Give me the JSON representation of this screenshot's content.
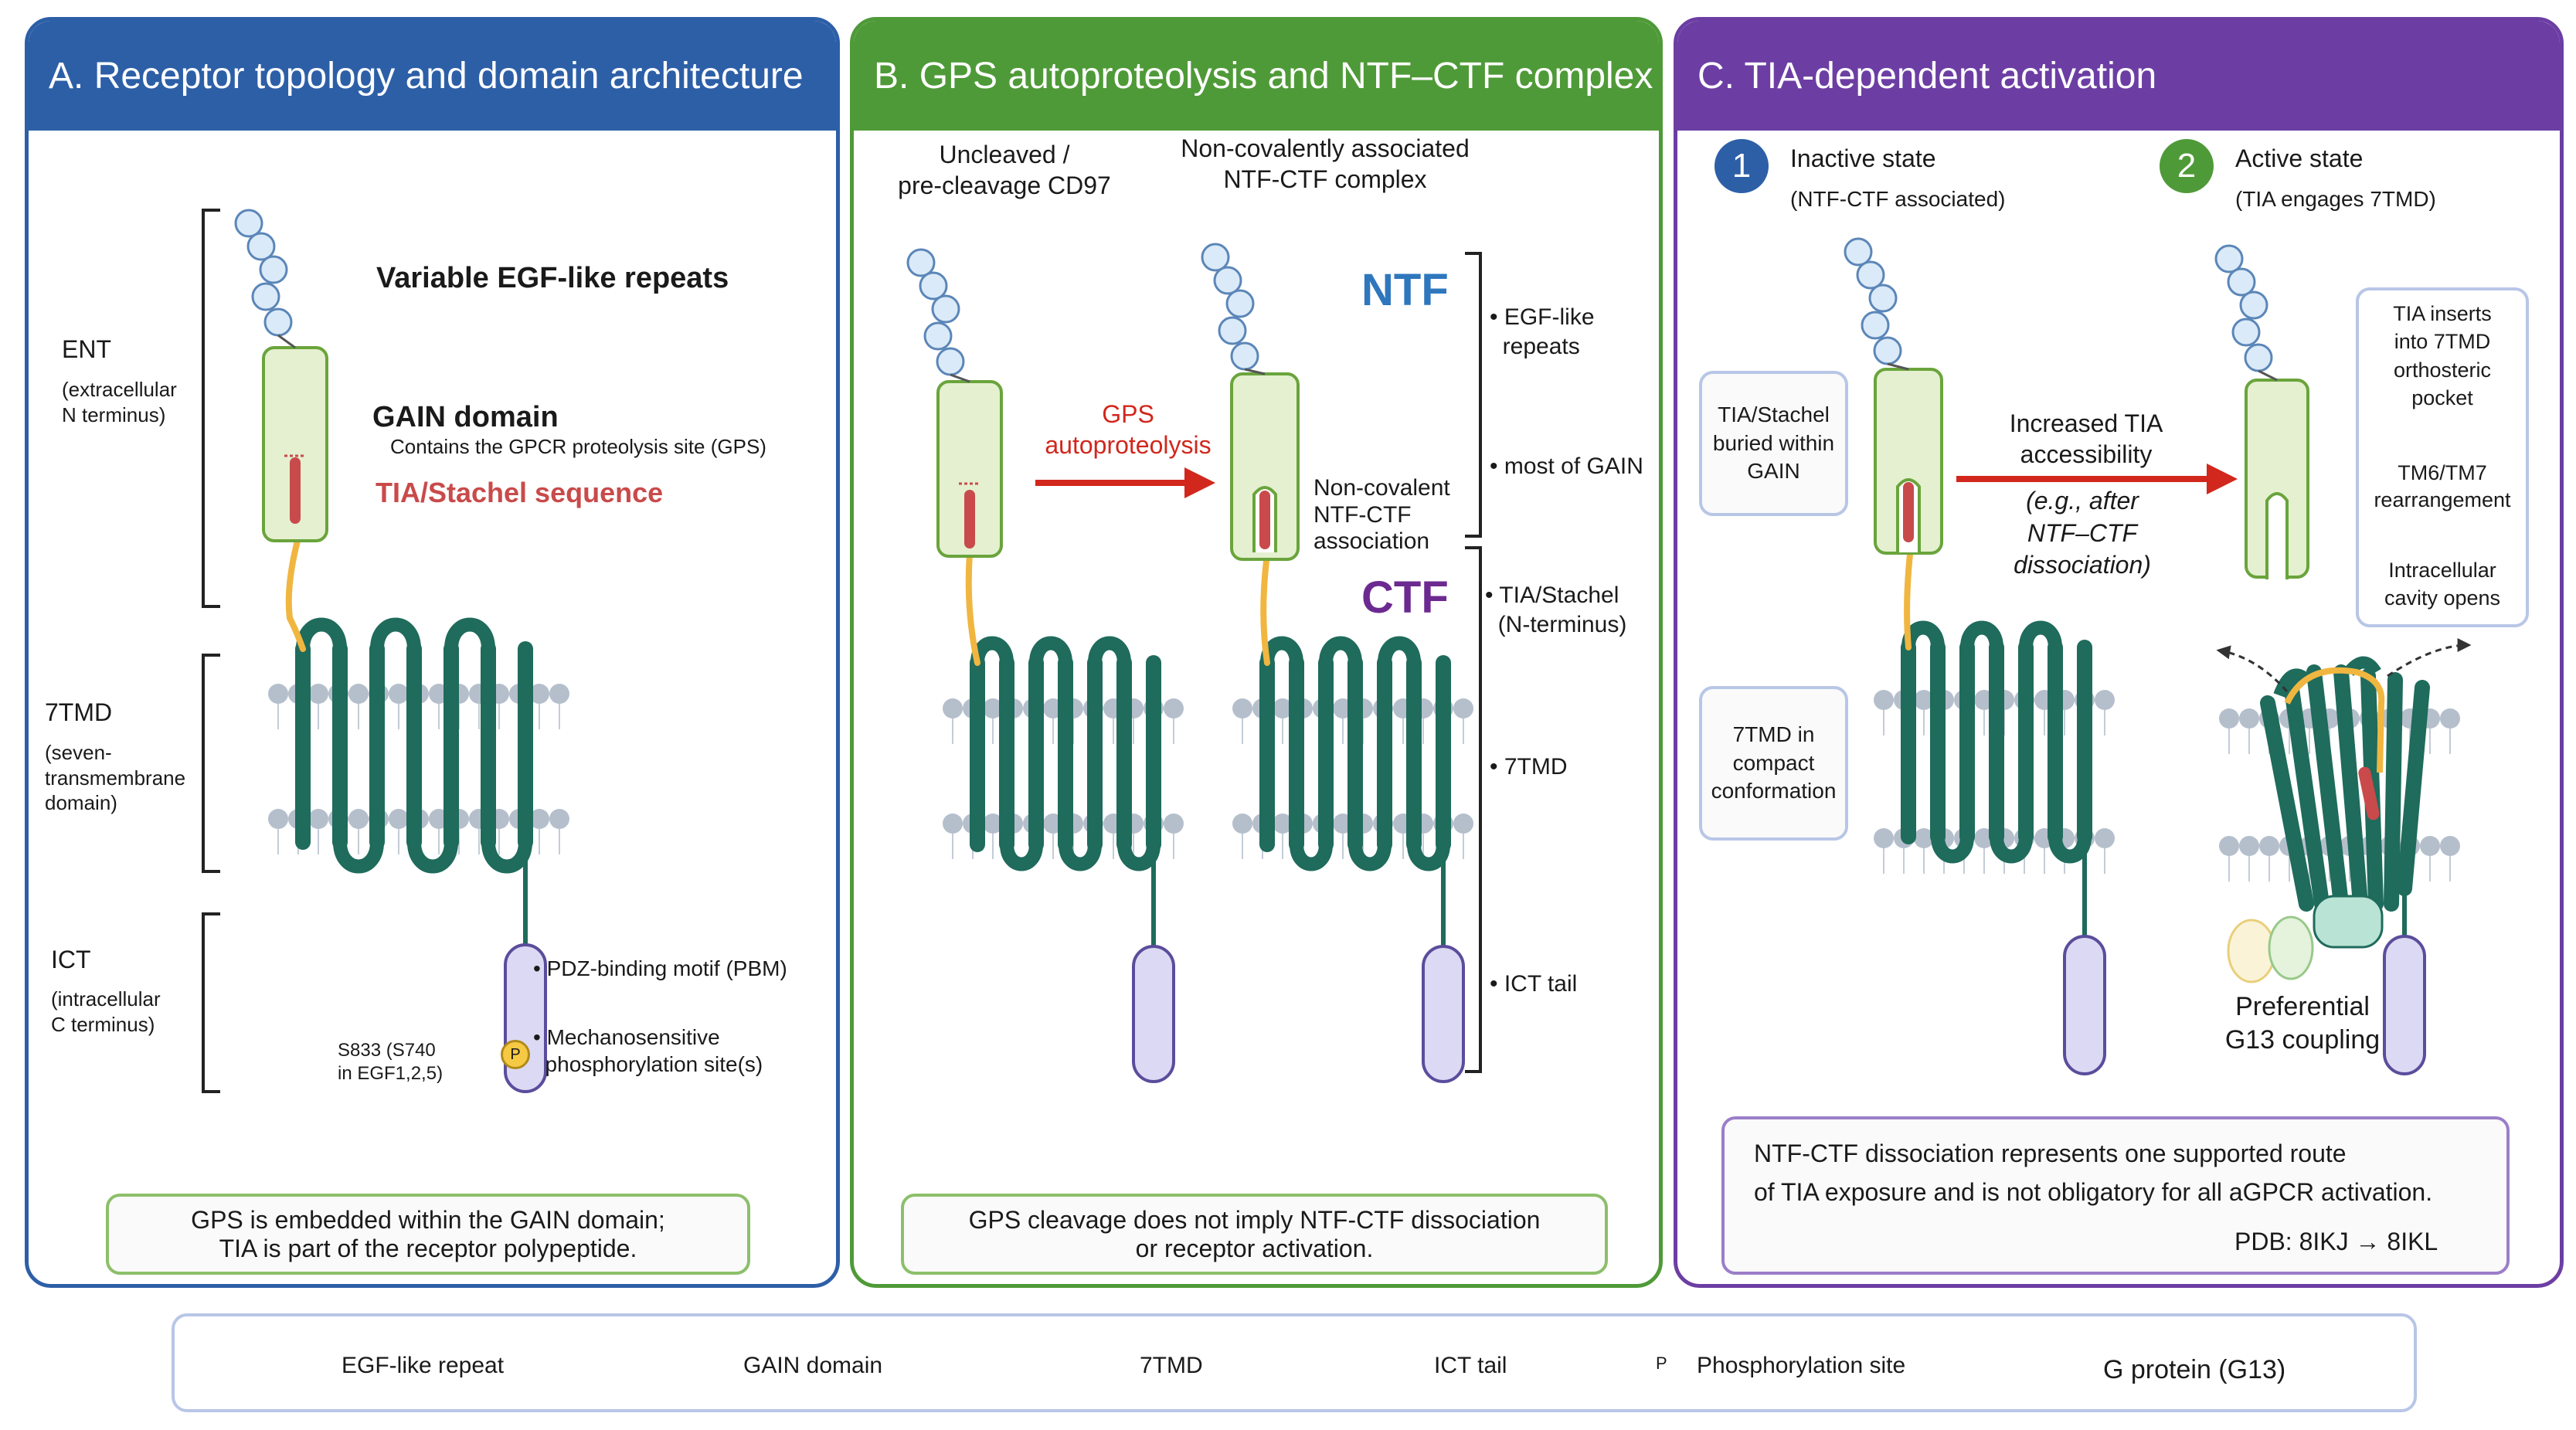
{
  "panels": {
    "a": {
      "title": "A. Receptor topology and domain architecture",
      "ent_label": "ENT",
      "ent_sub": "(extracellular\nN terminus)",
      "tmd_label": "7TMD",
      "tmd_sub": "(seven-\ntransmembrane\ndomain)",
      "ict_label": "ICT",
      "ict_sub": "(intracellular\nC terminus)",
      "egf_label": "Variable EGF-like repeats",
      "gain_label": "GAIN domain",
      "gain_sub": "Contains the GPCR proteolysis site (GPS)",
      "tia_label": "TIA/Stachel sequence",
      "pbm": "• PDZ-binding motif (PBM)",
      "mechano": "• Mechanosensitive\n  phosphorylation site(s)",
      "s833": "S833 (S740\nin EGF1,2,5)",
      "phos_glyph": "P",
      "note": "GPS is embedded within the GAIN domain;\nTIA is part of the receptor polypeptide."
    },
    "b": {
      "title": "B. GPS autoproteolysis and NTF–CTF complex",
      "uncleaved": "Uncleaved /\npre-cleavage CD97",
      "noncov_title": "Non-covalently associated\nNTF-CTF complex",
      "gps_arrow": "GPS\nautoproteolysis",
      "ntf": "NTF",
      "ctf": "CTF",
      "noncov_assoc": "Non-covalent\nNTF-CTF\nassociation",
      "b_egf": "• EGF-like\n  repeats",
      "b_gain": "• most of GAIN",
      "b_tia": "• TIA/Stachel\n  (N-terminus)",
      "b_7tmd": "• 7TMD",
      "b_ict": "• ICT tail",
      "note": "GPS cleavage does not imply NTF-CTF dissociation\nor receptor activation."
    },
    "c": {
      "title": "C. TIA-dependent activation",
      "n1": "1",
      "inactive": "Inactive state",
      "inactive_sub": "(NTF-CTF associated)",
      "n2": "2",
      "active": "Active state",
      "active_sub": "(TIA engages 7TMD)",
      "buried": "TIA/Stachel\nburied within\nGAIN",
      "compact": "7TMD in\ncompact\nconformation",
      "increased": "Increased TIA\naccessibility",
      "eg": "(e.g., after\nNTF–CTF\ndissociation)",
      "inserts": "TIA inserts\ninto 7TMD\northosteric\npocket",
      "tm67": "TM6/TM7\nrearrangement",
      "cavity": "Intracellular\ncavity opens",
      "pref": "Preferential\nG13 coupling",
      "note1": "NTF-CTF dissociation represents one supported route",
      "note2": "of TIA exposure and is not obligatory for all aGPCR activation.",
      "pdb": "PDB: 8IKJ → 8IKL"
    }
  },
  "legend": {
    "egf": "EGF-like repeat",
    "gain": "GAIN domain",
    "tmd": "7TMD",
    "ict": "ICT tail",
    "phos": "Phosphorylation site",
    "gprot": "G protein (G13)"
  },
  "colors": {
    "panel_a": "#2d5fa7",
    "panel_b": "#4f9a38",
    "panel_c": "#6c3ea3",
    "tmd": "#1f6b5c",
    "gain_fill": "#e4f0cf",
    "gain_stroke": "#6aa43c",
    "tia_red": "#c94a4a",
    "arrow_red": "#d1271c",
    "linker": "#f0b640",
    "ict_fill": "#dcd9f4",
    "ict_stroke": "#5b4d9c",
    "egf_fill": "#dbeaf8",
    "egf_stroke": "#5b86b8",
    "ntf_text": "#2f77bd",
    "ctf_text": "#6c2a91"
  }
}
